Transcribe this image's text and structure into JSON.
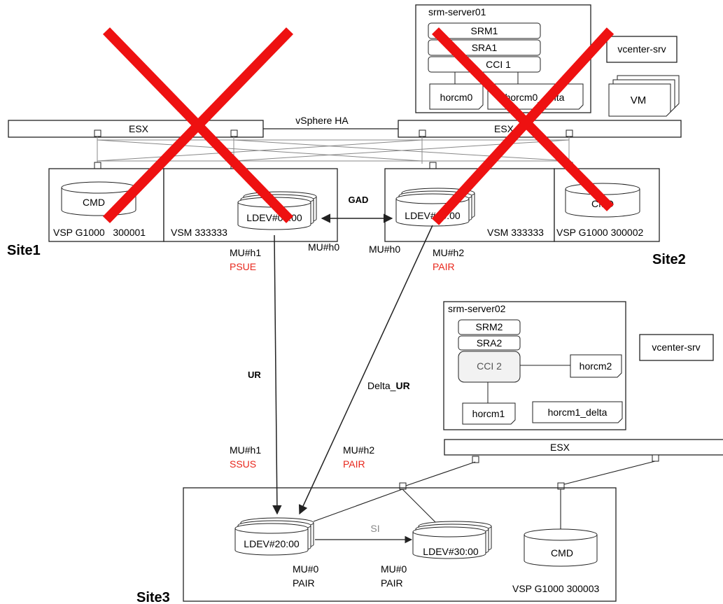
{
  "sites": {
    "site1": "Site1",
    "site2": "Site2",
    "site3": "Site3"
  },
  "srm_server01": {
    "title": "srm-server01",
    "srm": "SRM1",
    "sra": "SRA1",
    "cci": "CCI 1",
    "horcm_a": "horcm0",
    "horcm_b": "horcm0_delta"
  },
  "srm_server02": {
    "title": "srm-server02",
    "srm": "SRM2",
    "sra": "SRA2",
    "cci": "CCI 2",
    "horcm_a": "horcm2",
    "horcm_b": "horcm1",
    "horcm_c": "horcm1_delta"
  },
  "vcenter_site2": "vcenter-srv",
  "vcenter_site3": "vcenter-srv",
  "vm": "VM",
  "esx": {
    "site1": "ESX",
    "site2": "ESX",
    "site3": "ESX",
    "vsphere_ha": "vSphere HA"
  },
  "storage1": {
    "cmd": "CMD",
    "vsp_label": "VSP G1000   300001",
    "vsm_label": "VSM 333333",
    "ldev": "LDEV#00:00"
  },
  "storage2": {
    "ldev": "LDEV#00:00",
    "vsm_label": "VSM 333333",
    "vsp_label": "VSP G1000 300002",
    "cmd": "CMD"
  },
  "storage3": {
    "ldev_primary": "LDEV#20:00",
    "ldev_secondary": "LDEV#30:00",
    "cmd": "CMD",
    "vsp_label": "VSP G1000 300003"
  },
  "links": {
    "gad": "GAD",
    "ur": "UR",
    "delta_prefix": "Delta_",
    "delta_suffix": "UR",
    "si": "SI"
  },
  "mu_labels": {
    "site1_h1": "MU#h1",
    "site1_h1_status": "PSUE",
    "site1_h0": "MU#h0",
    "site2_h0": "MU#h0",
    "site2_h2": "MU#h2",
    "site2_h2_status": "PAIR",
    "site3_h1": "MU#h1",
    "site3_h1_status": "SSUS",
    "site3_h2": "MU#h2",
    "site3_h2_status": "PAIR",
    "site3_mu0_a": "MU#0",
    "site3_mu0_a_status": "PAIR",
    "site3_mu0_b": "MU#0",
    "site3_mu0_b_status": "PAIR"
  },
  "colors": {
    "failure_cross": "#ee1111",
    "status_red": "#e8271c",
    "stroke": "#222222",
    "box_fill": "#ffffff",
    "cci_fill": "#f2f2f2"
  }
}
